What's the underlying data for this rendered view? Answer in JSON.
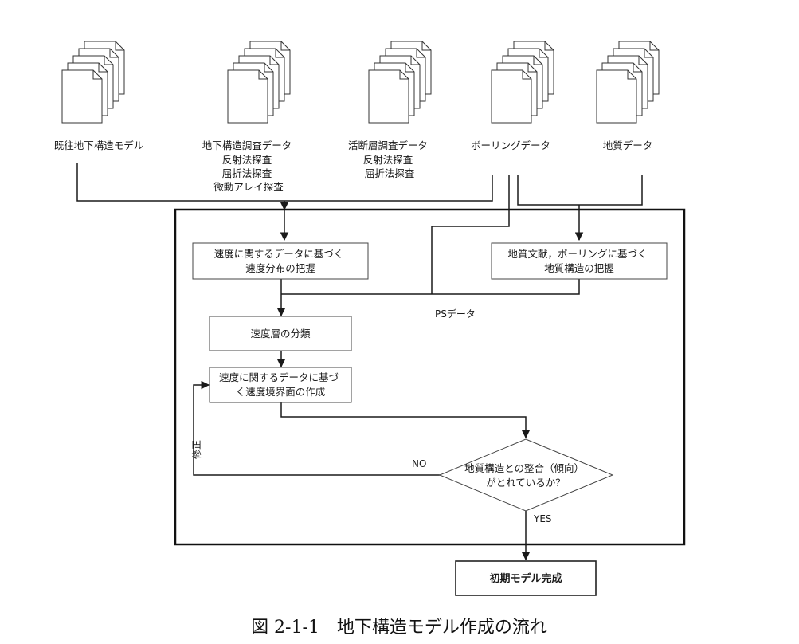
{
  "sources": [
    {
      "lines": [
        "既往地下構造モデル"
      ]
    },
    {
      "lines": [
        "地下構造調査データ",
        "反射法探査",
        "屈折法探査",
        "微動アレイ探査"
      ]
    },
    {
      "lines": [
        "活断層調査データ",
        "反射法探査",
        "屈折法探査"
      ]
    },
    {
      "lines": [
        "ボーリングデータ"
      ]
    },
    {
      "lines": [
        "地質データ"
      ]
    }
  ],
  "steps": {
    "velocity_distribution": [
      "速度に関するデータに基づく",
      "速度分布の把握"
    ],
    "geology_structure": [
      "地質文献，ボーリングに基づく",
      "地質構造の把握"
    ],
    "velocity_layers": "速度層の分類",
    "velocity_boundary": [
      "速度に関するデータに基づ",
      "く速度境界面の作成"
    ],
    "decision": [
      "地質構造との整合（傾向）",
      "がとれているか？"
    ],
    "final": "初期モデル完成"
  },
  "edge_labels": {
    "ps_data": "PSデータ",
    "no": "NO",
    "yes": "YES",
    "revise": "修正"
  },
  "caption": "図 2-1-1　地下構造モデル作成の流れ"
}
